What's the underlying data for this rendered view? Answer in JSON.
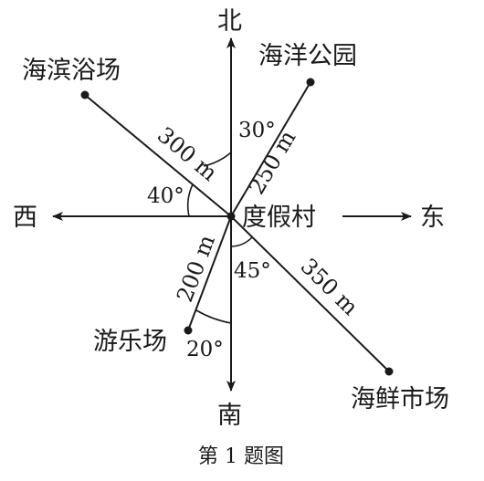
{
  "directions": {
    "north": "北",
    "south": "南",
    "west": "西",
    "east": "东"
  },
  "center": {
    "label": "度假村"
  },
  "places": {
    "beach": {
      "label": "海滨浴场",
      "distance": "300 m",
      "angle": "40°"
    },
    "park": {
      "label": "海洋公园",
      "distance": "250 m",
      "angle": "30°"
    },
    "amusement": {
      "label": "游乐场",
      "distance": "200 m",
      "angle": "20°"
    },
    "market": {
      "label": "海鲜市场",
      "distance": "350 m",
      "angle": "45°"
    }
  },
  "caption": "第 1 题图"
}
